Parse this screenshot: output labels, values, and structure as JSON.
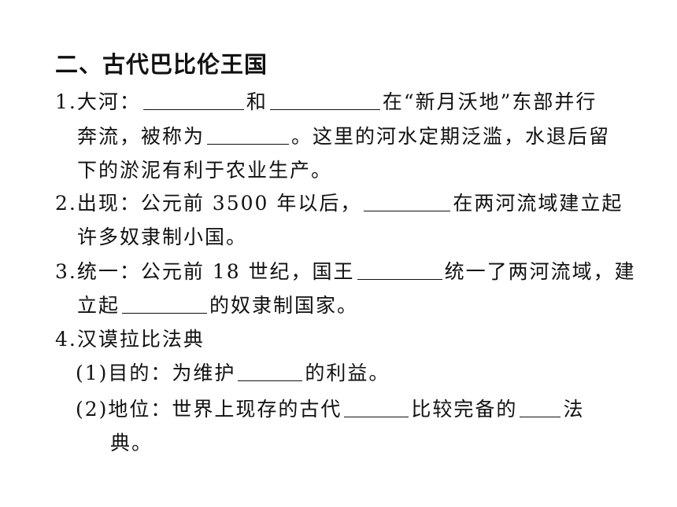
{
  "title": "二、古代巴比伦王国",
  "items": {
    "i1": {
      "l1a": "1.大河：",
      "l1b": "和",
      "l1c": "在“新月沃地”东部并行",
      "l2a": "奔流，被称为",
      "l2b": "。这里的河水定期泛滥，水退后留",
      "l3": "下的淤泥有利于农业生产。"
    },
    "i2": {
      "l1a": "2.出现：公元前 3500 年以后，",
      "l1b": "在两河流域建立起",
      "l2": "许多奴隶制小国。"
    },
    "i3": {
      "l1a": "3.统一：公元前 18 世纪，国王",
      "l1b": "统一了两河流域，建",
      "l2a": "立起",
      "l2b": "的奴隶制国家。"
    },
    "i4": {
      "heading": "4.汉谟拉比法典",
      "s1a": "(1)目的：为维护",
      "s1b": "的利益。",
      "s2a": "(2)地位：世界上现存的古代",
      "s2b": "比较完备的",
      "s2c": "法",
      "s2d": "典。"
    }
  }
}
